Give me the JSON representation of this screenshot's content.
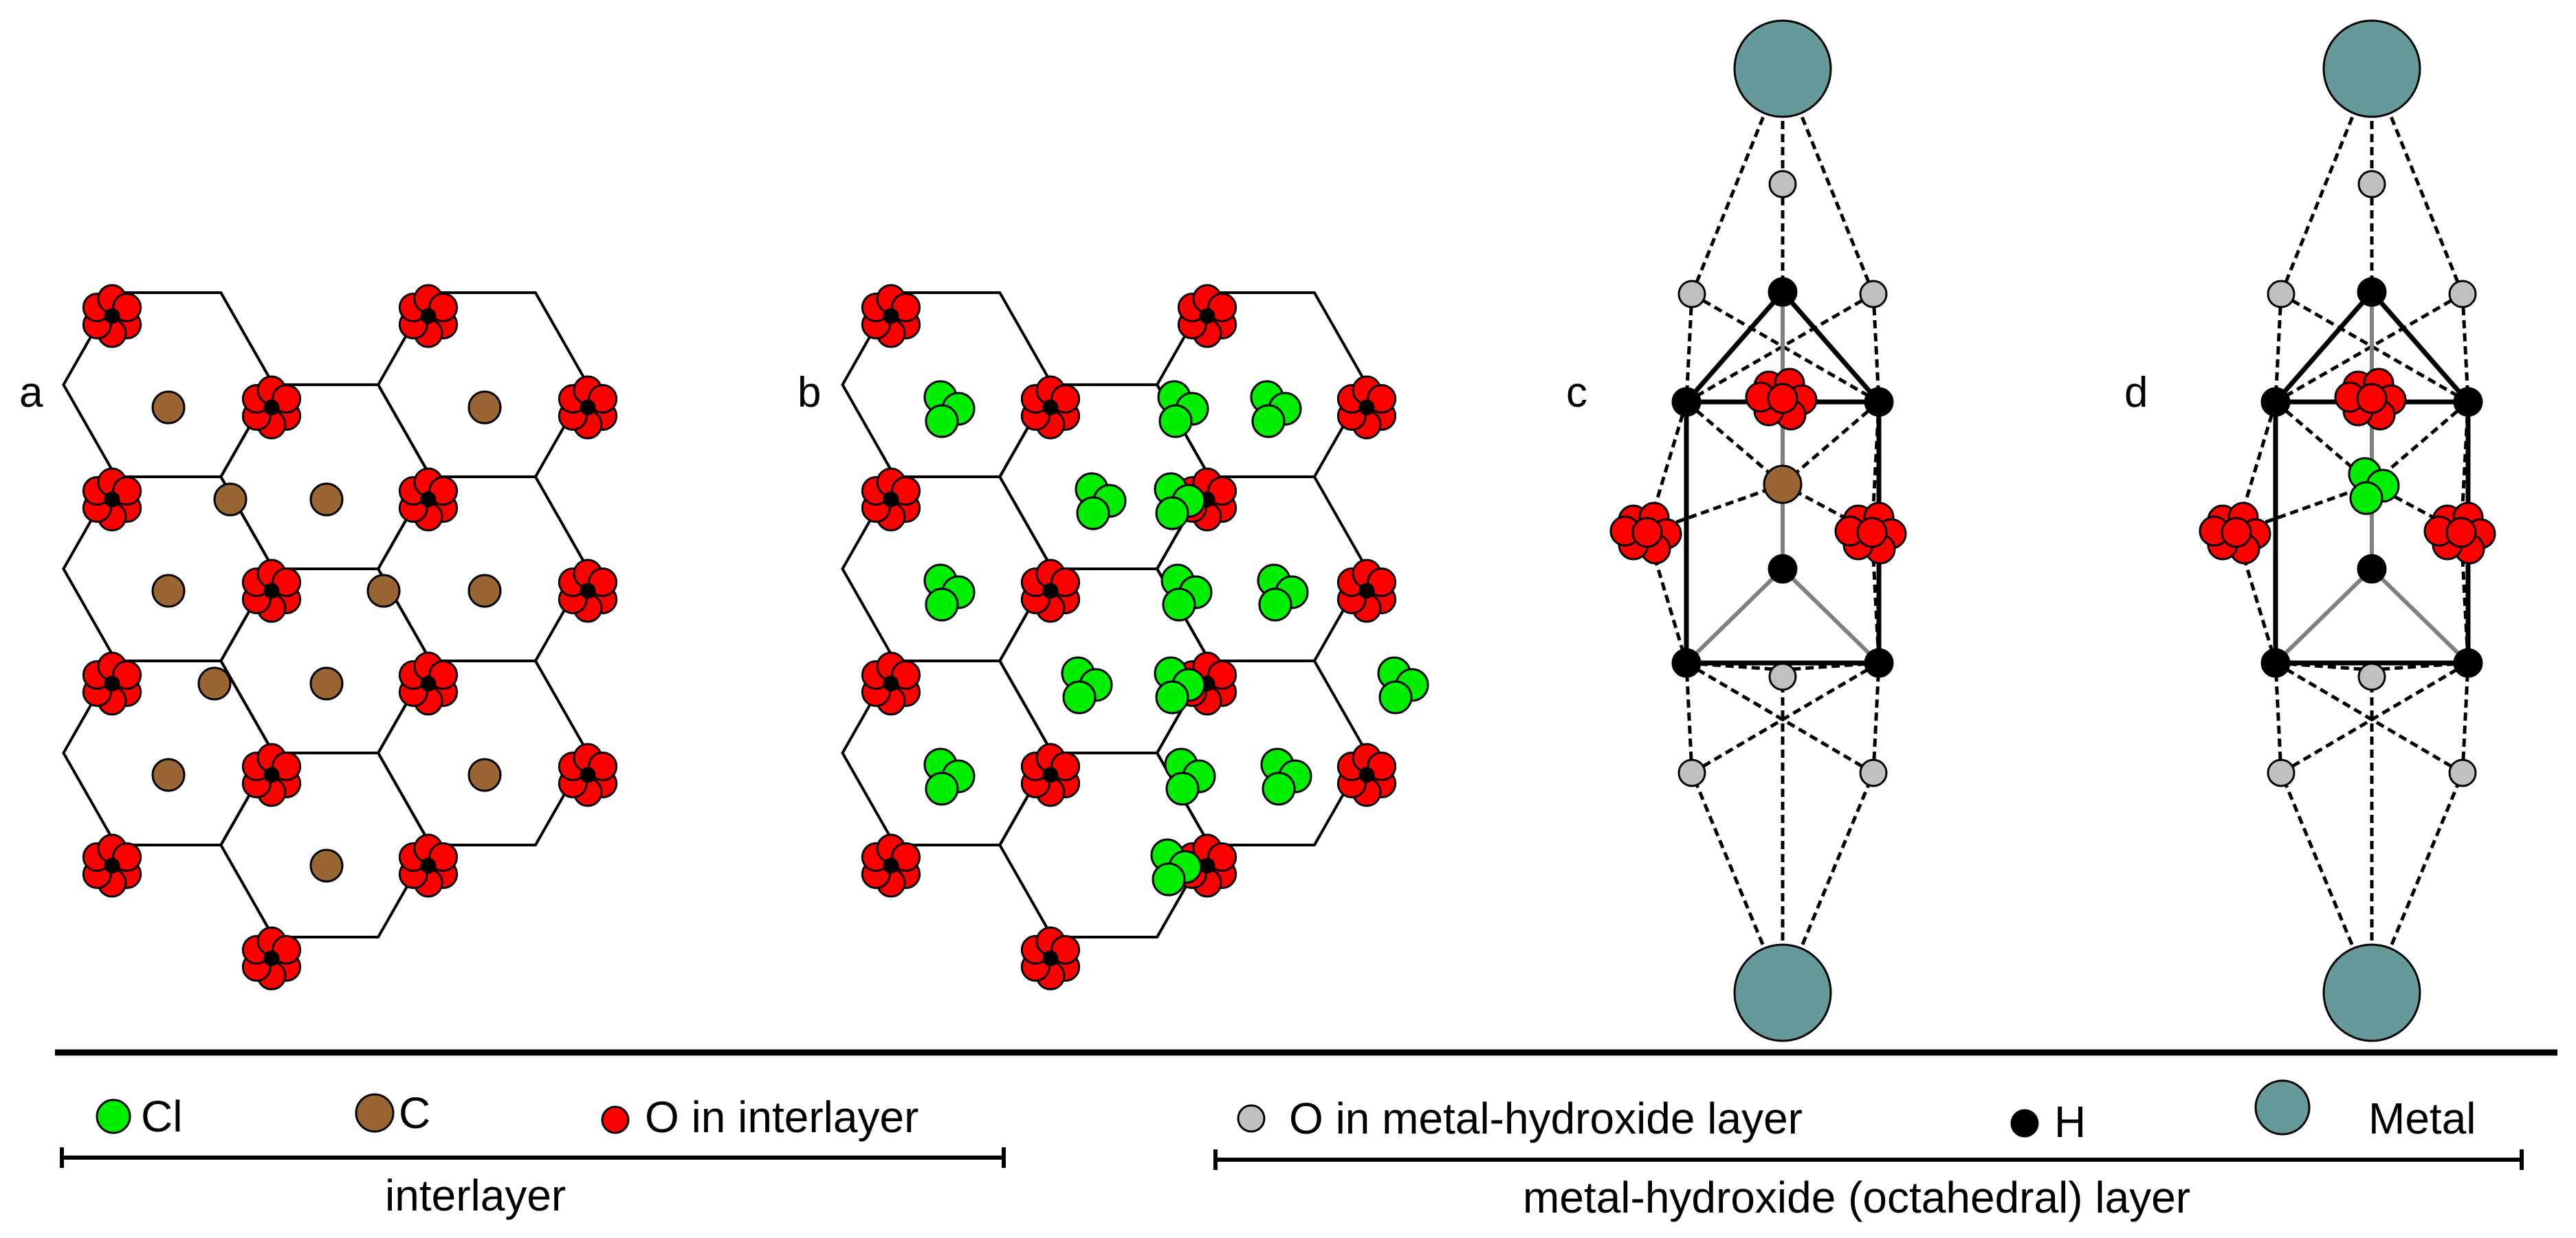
{
  "panels": [
    {
      "id": "a",
      "label": "a"
    },
    {
      "id": "b",
      "label": "b"
    },
    {
      "id": "c",
      "label": "c"
    },
    {
      "id": "d",
      "label": "d"
    }
  ],
  "legend": {
    "items": [
      {
        "name": "Cl",
        "label": "Cl",
        "color": "#00ee00"
      },
      {
        "name": "C",
        "label": "C",
        "color": "#996633"
      },
      {
        "name": "O in interlayer",
        "label": "O in interlayer",
        "color": "#ff0000"
      },
      {
        "name": "O in metal-hydroxide layer",
        "label": "O in metal-hydroxide layer",
        "color": "#c0c0c0"
      },
      {
        "name": "H",
        "label": "H",
        "color": "#000000"
      },
      {
        "name": "Metal",
        "label": "Metal",
        "color": "#669999"
      }
    ],
    "groups": [
      {
        "label": "interlayer"
      },
      {
        "label": "metal-hydroxide (octahedral) layer"
      }
    ]
  }
}
